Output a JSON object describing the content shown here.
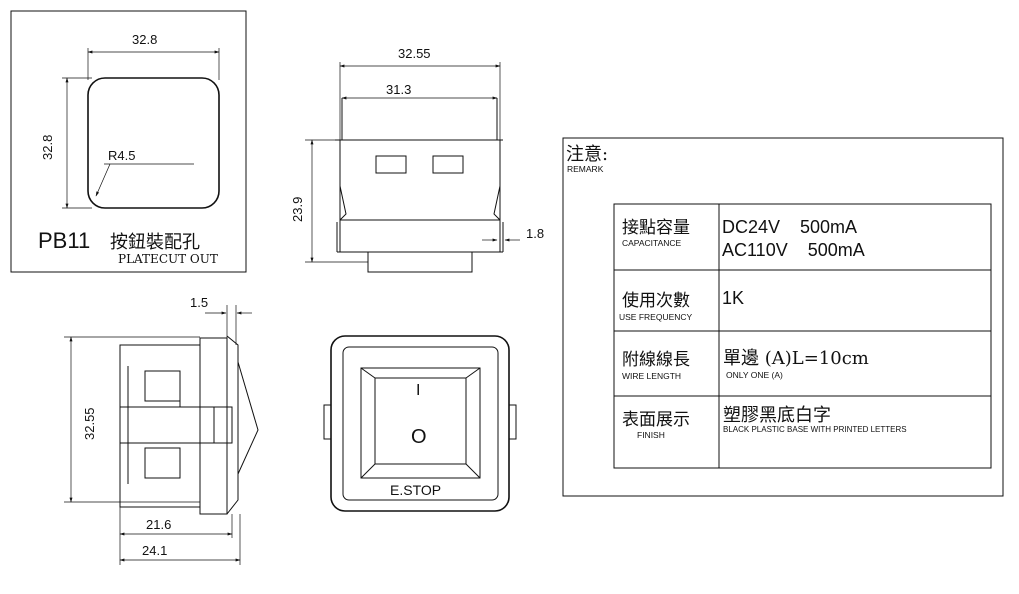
{
  "plate_cutout": {
    "width": "32.8",
    "height": "32.8",
    "radius": "R4.5",
    "model": "PB11",
    "title_zh": "按鈕裝配孔",
    "title_en": "PLATECUT OUT"
  },
  "side_view_top": {
    "overall_width": "32.55",
    "inner_width": "31.3",
    "height": "23.9",
    "flange": "1.8"
  },
  "side_view_left": {
    "plate_thickness": "1.5",
    "height": "32.55",
    "body_depth": "21.6",
    "total_depth": "24.1"
  },
  "front_view": {
    "on_mark": "I",
    "off_mark": "O",
    "label": "E.STOP"
  },
  "remark": {
    "title_zh": "注意:",
    "title_en": "REMARK",
    "rows": [
      {
        "label_zh": "接點容量",
        "label_en": "CAPACITANCE",
        "value_line1": "DC24V    500mA",
        "value_line2": "AC110V    500mA"
      },
      {
        "label_zh": "使用次數",
        "label_en": "USE FREQUENCY",
        "value_line1": "1K"
      },
      {
        "label_zh": "附線線長",
        "label_en": "WIRE LENGTH",
        "value_line1": "單邊 (A)L=10cm",
        "value_sub": "ONLY ONE (A)"
      },
      {
        "label_zh": "表面展示",
        "label_en": "FINISH",
        "value_line1": "塑膠黑底白字",
        "value_sub": "BLACK PLASTIC BASE WITH PRINTED LETTERS"
      }
    ]
  }
}
